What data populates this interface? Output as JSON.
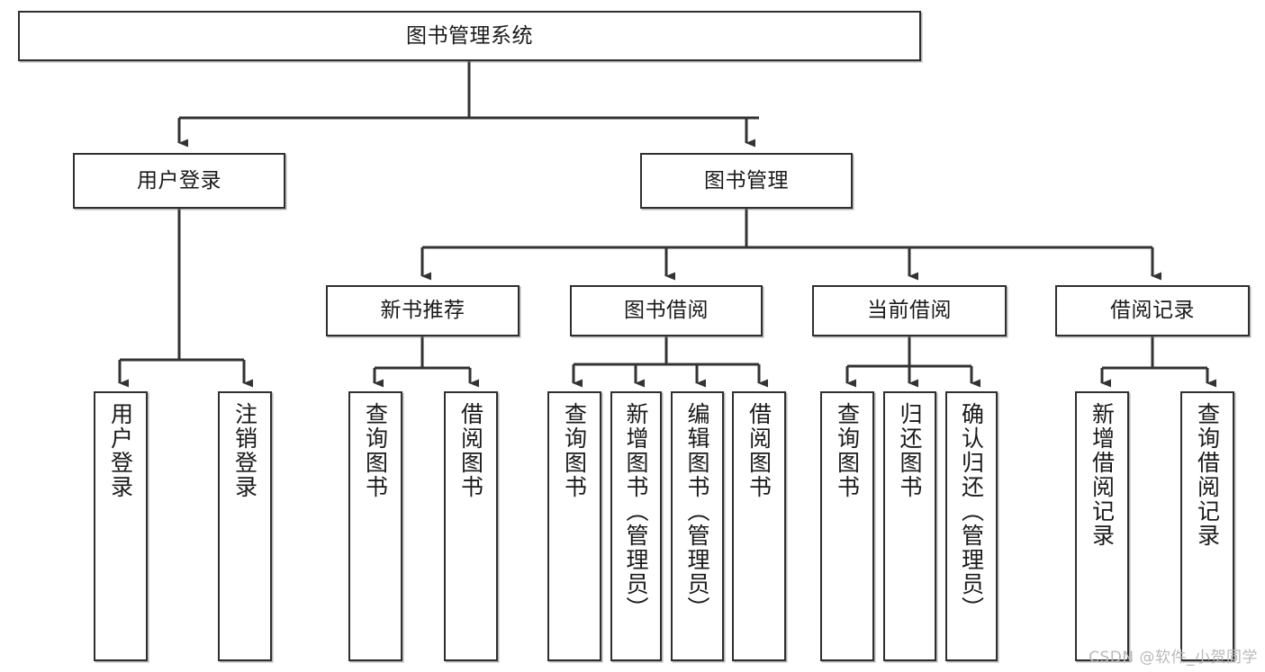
{
  "diagram": {
    "title": "图书管理系统",
    "type": "tree-hierarchy",
    "colors": {
      "box_border": "#2f2f2f",
      "box_fill": "#ffffff",
      "edge": "#333333",
      "text": "#1a1a1a",
      "watermark": "#b9b9b9"
    },
    "root": {
      "label": "图书管理系统"
    },
    "level2": [
      {
        "label": "用户登录"
      },
      {
        "label": "图书管理"
      }
    ],
    "level3": [
      {
        "label": "新书推荐"
      },
      {
        "label": "图书借阅"
      },
      {
        "label": "当前借阅"
      },
      {
        "label": "借阅记录"
      }
    ],
    "leaves": [
      {
        "label": "用户登录"
      },
      {
        "label": "注销登录"
      },
      {
        "label": "查询图书"
      },
      {
        "label": "借阅图书"
      },
      {
        "label": "查询图书"
      },
      {
        "label": "新增图书（管理员）"
      },
      {
        "label": "编辑图书（管理员）"
      },
      {
        "label": "借阅图书"
      },
      {
        "label": "查询图书"
      },
      {
        "label": "归还图书"
      },
      {
        "label": "确认归还（管理员）"
      },
      {
        "label": "新增借阅记录"
      },
      {
        "label": "查询借阅记录"
      }
    ]
  },
  "watermark": {
    "text": "CSDN @软件_小贺同学"
  }
}
